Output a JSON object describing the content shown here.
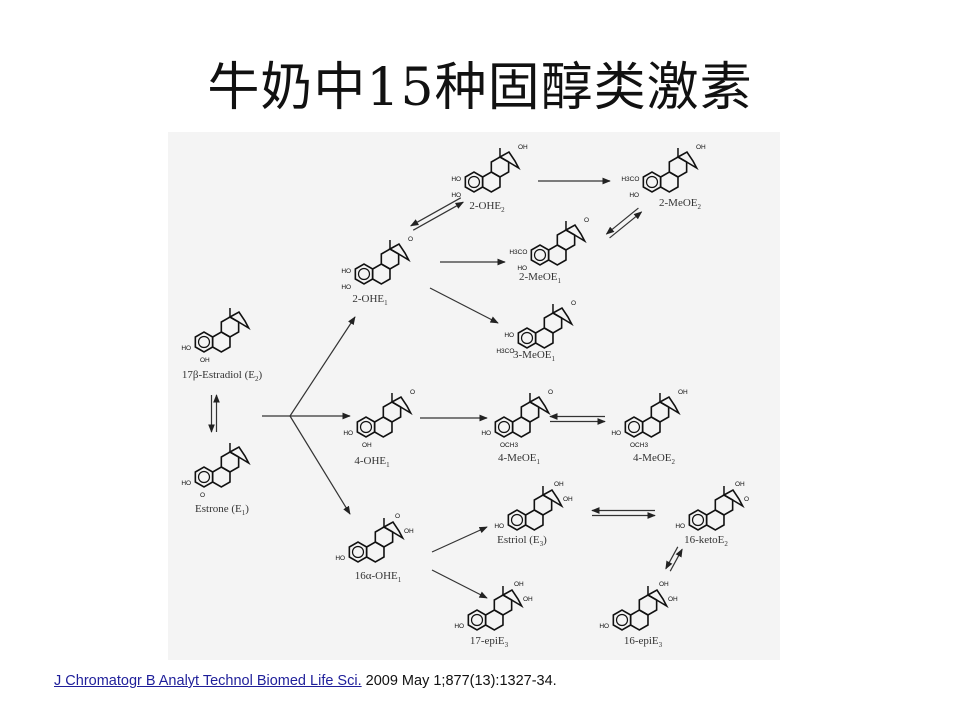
{
  "slide": {
    "title": "牛奶中15种固醇类激素"
  },
  "diagram": {
    "type": "estrogen metabolism pathway",
    "compounds": [
      {
        "id": "E2",
        "label": "17β-Estradiol (E",
        "sub": "2",
        "suffix": ")",
        "substituents": [
          "HO",
          "OH"
        ]
      },
      {
        "id": "E1",
        "label": "Estrone (E",
        "sub": "1",
        "suffix": ")",
        "substituents": [
          "HO",
          "O"
        ]
      },
      {
        "id": "2-OHE1",
        "label": "2-OHE",
        "sub": "1",
        "suffix": "",
        "substituents": [
          "HO",
          "HO",
          "O"
        ]
      },
      {
        "id": "2-OHE2",
        "label": "2-OHE",
        "sub": "2",
        "suffix": "",
        "substituents": [
          "HO",
          "HO",
          "OH"
        ]
      },
      {
        "id": "2-MeOE2",
        "label": "2-MeOE",
        "sub": "2",
        "suffix": "",
        "substituents": [
          "H3CO",
          "HO",
          "OH"
        ]
      },
      {
        "id": "2-MeOE1",
        "label": "2-MeOE",
        "sub": "1",
        "suffix": "",
        "substituents": [
          "H3CO",
          "HO",
          "O"
        ]
      },
      {
        "id": "3-MeOE1",
        "label": "3-MeOE",
        "sub": "1",
        "suffix": "",
        "substituents": [
          "HO",
          "H3CO",
          "O"
        ]
      },
      {
        "id": "4-OHE1",
        "label": "4-OHE",
        "sub": "1",
        "suffix": "",
        "substituents": [
          "HO",
          "OH",
          "O"
        ]
      },
      {
        "id": "4-MeOE1",
        "label": "4-MeOE",
        "sub": "1",
        "suffix": "",
        "substituents": [
          "HO",
          "OCH3",
          "O"
        ]
      },
      {
        "id": "4-MeOE2",
        "label": "4-MeOE",
        "sub": "2",
        "suffix": "",
        "substituents": [
          "HO",
          "OCH3",
          "OH"
        ]
      },
      {
        "id": "16a-OHE1",
        "label": "16α-OHE",
        "sub": "1",
        "suffix": "",
        "substituents": [
          "HO",
          "O",
          "OH"
        ]
      },
      {
        "id": "E3",
        "label": "Estriol (E",
        "sub": "3",
        "suffix": ")",
        "substituents": [
          "HO",
          "OH",
          "OH"
        ]
      },
      {
        "id": "16-ketoE2",
        "label": "16-ketoE",
        "sub": "2",
        "suffix": "",
        "substituents": [
          "HO",
          "OH",
          "O"
        ]
      },
      {
        "id": "17-epiE3",
        "label": "17-epiE",
        "sub": "3",
        "suffix": "",
        "substituents": [
          "HO",
          "OH",
          "OH"
        ]
      },
      {
        "id": "16-epiE3",
        "label": "16-epiE",
        "sub": "3",
        "suffix": "",
        "substituents": [
          "HO",
          "OH",
          "OH"
        ]
      }
    ],
    "reactions": [
      {
        "from": "E2",
        "to": "E1",
        "type": "reversible"
      },
      {
        "from": "E1",
        "to": "2-OHE1",
        "type": "forward"
      },
      {
        "from": "E1",
        "to": "4-OHE1",
        "type": "forward"
      },
      {
        "from": "E1",
        "to": "16a-OHE1",
        "type": "forward"
      },
      {
        "from": "2-OHE1",
        "to": "2-OHE2",
        "type": "reversible"
      },
      {
        "from": "2-OHE1",
        "to": "2-MeOE1",
        "type": "forward"
      },
      {
        "from": "2-OHE1",
        "to": "3-MeOE1",
        "type": "forward"
      },
      {
        "from": "2-OHE2",
        "to": "2-MeOE2",
        "type": "forward"
      },
      {
        "from": "2-MeOE1",
        "to": "2-MeOE2",
        "type": "reversible"
      },
      {
        "from": "4-OHE1",
        "to": "4-MeOE1",
        "type": "forward"
      },
      {
        "from": "4-MeOE1",
        "to": "4-MeOE2",
        "type": "reversible"
      },
      {
        "from": "16a-OHE1",
        "to": "E3",
        "type": "forward"
      },
      {
        "from": "16a-OHE1",
        "to": "17-epiE3",
        "type": "forward"
      },
      {
        "from": "E3",
        "to": "16-ketoE2",
        "type": "reversible"
      },
      {
        "from": "16-ketoE2",
        "to": "16-epiE3",
        "type": "reversible"
      }
    ]
  },
  "citation": {
    "journal_link": "J Chromatogr B Analyt Technol Biomed Life Sci.",
    "details": " 2009 May 1;877(13):1327-34."
  }
}
